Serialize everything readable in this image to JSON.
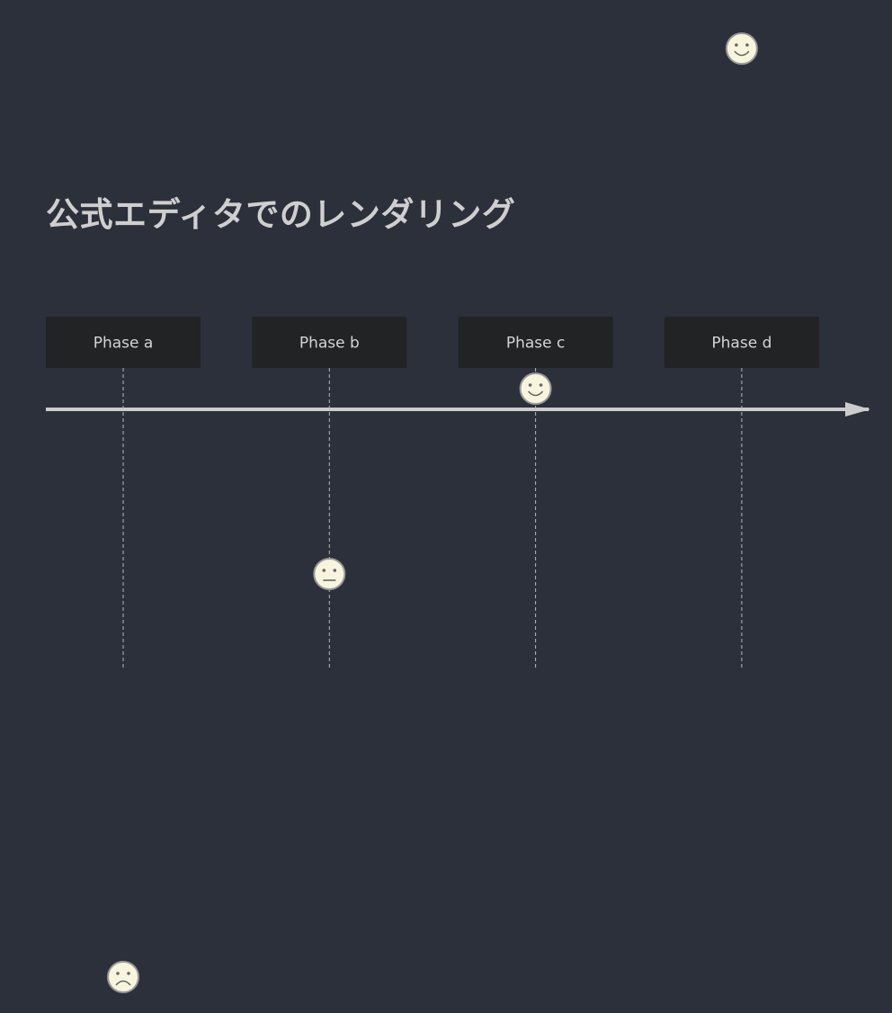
{
  "title": "公式エディタでのレンダリング",
  "phases": [
    {
      "label": "Phase a"
    },
    {
      "label": "Phase b"
    },
    {
      "label": "Phase c"
    },
    {
      "label": "Phase d"
    }
  ],
  "markers": [
    {
      "phase": "Phase d",
      "mood": "happy"
    },
    {
      "phase": "Phase c",
      "mood": "happy"
    },
    {
      "phase": "Phase b",
      "mood": "neutral"
    },
    {
      "phase": "Phase a",
      "mood": "sad"
    }
  ],
  "colors": {
    "background": "#2c303b",
    "phase_box": "#212324",
    "phase_text": "#d4d4d4",
    "axis": "#cccccc",
    "guide_line": "#b8b8b8",
    "face_fill": "#f7f5de",
    "face_stroke": "#999999",
    "title_text": "#cfcfcf"
  }
}
